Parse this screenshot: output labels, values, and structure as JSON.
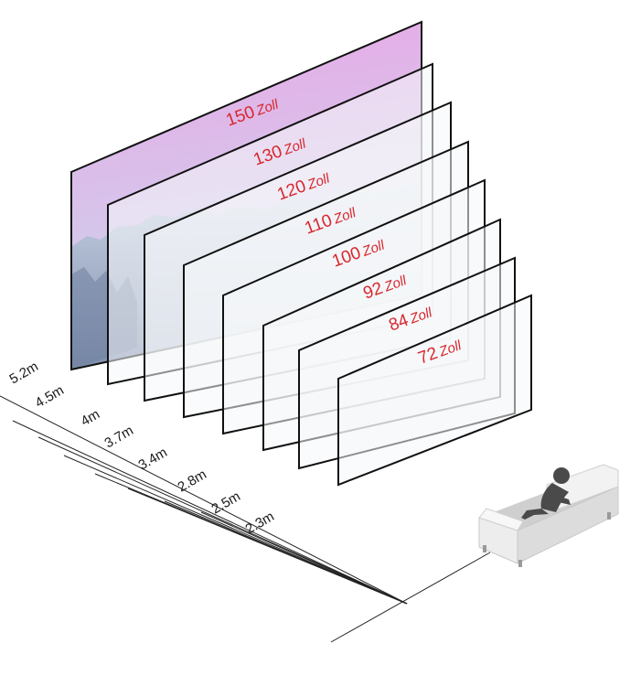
{
  "screens": [
    {
      "size": "150",
      "unit": "Zoll",
      "distance": "5.2m"
    },
    {
      "size": "130",
      "unit": "Zoll",
      "distance": "4.5m"
    },
    {
      "size": "120",
      "unit": "Zoll",
      "distance": "4m"
    },
    {
      "size": "110",
      "unit": "Zoll",
      "distance": "3.7m"
    },
    {
      "size": "100",
      "unit": "Zoll",
      "distance": "3.4m"
    },
    {
      "size": "92",
      "unit": "Zoll",
      "distance": "2.8m"
    },
    {
      "size": "84",
      "unit": "Zoll",
      "distance": "2.5m"
    },
    {
      "size": "72",
      "unit": "Zoll",
      "distance": "2.3m"
    }
  ],
  "colors": {
    "label_red": "#d8282e",
    "frame": "#111111",
    "sky_top": "#e9a8e6",
    "sky_bottom": "#cfd8ec",
    "mountain": "#8d9cb8",
    "sofa": "#e6e6e6",
    "person": "#4a4a4a"
  },
  "icons": {
    "viewer": "person-on-sofa-icon"
  }
}
